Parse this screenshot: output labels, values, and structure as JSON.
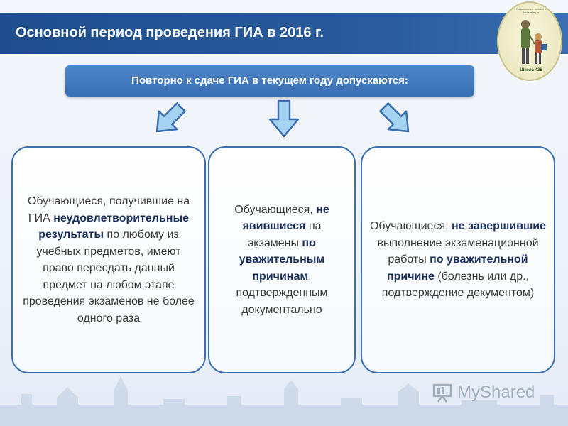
{
  "header": {
    "title": "Основной период проведения ГИА в 2016 г."
  },
  "logo": {
    "top_text": "На школьных холмах в начале пути",
    "bottom_text": "Школа 426"
  },
  "subheader": {
    "text": "Повторно к сдаче ГИА в текущем году допускаются:"
  },
  "cards": [
    {
      "p1": "Обучающиеся, получившие на ГИА ",
      "b1": "неудовлетворительные результаты",
      "p2": " по любому из учебных предметов, имеют право пересдать данный предмет на любом этапе проведения экзаменов не более одного раза"
    },
    {
      "p1": "Обучающиеся, ",
      "b1": "не явившиеся",
      "p2": " на экзамены ",
      "b2": "по уважительным причинам",
      "p3": ", подтвержденным документально"
    },
    {
      "p1": "Обучающиеся, ",
      "b1": "не завершившие",
      "p2": " выполнение экзаменационной работы ",
      "b2": "по уважительной причине",
      "p3": " (болезнь или др., подтверждение документом)"
    }
  ],
  "watermark": {
    "text": "MyShared"
  },
  "colors": {
    "header_bg": "#1f4d8c",
    "subheader_bg": "#3a70b3",
    "card_border": "#3b6fb0",
    "arrow_fill": "#9fd0f0",
    "arrow_stroke": "#3b6fb0"
  }
}
